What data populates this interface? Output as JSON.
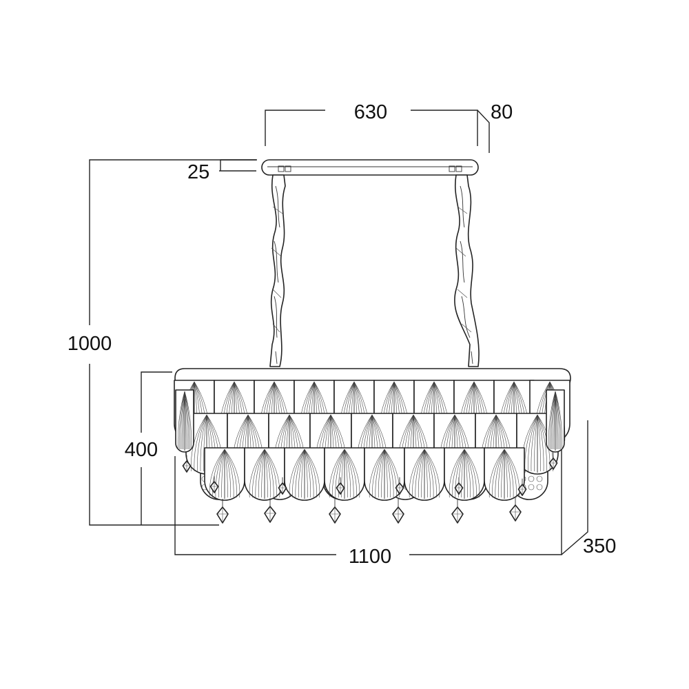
{
  "diagram": {
    "dimensions": {
      "canopy_width": "630",
      "canopy_depth": "80",
      "canopy_height": "25",
      "total_height": "1000",
      "body_height": "400",
      "body_width": "1100",
      "body_depth": "350"
    },
    "colors": {
      "line": "#222222",
      "background": "#ffffff"
    }
  }
}
